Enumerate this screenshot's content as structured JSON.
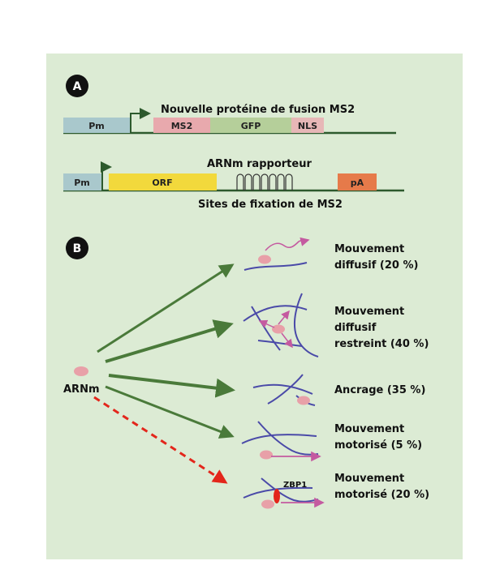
{
  "panel_a": {
    "badge": "A",
    "construct1": {
      "pm": "Pm",
      "ms2": "MS2",
      "gfp": "GFP",
      "nls": "NLS",
      "title": "Nouvelle protéine de fusion MS2"
    },
    "construct2": {
      "pm": "Pm",
      "orf": "ORF",
      "pa": "pA",
      "title": "ARNm rapporteur",
      "subtitle": "Sites de fixation de MS2"
    }
  },
  "panel_b": {
    "badge": "B",
    "source": "ARNm",
    "outcomes": [
      {
        "lines": [
          "Mouvement",
          "diffusif (20 %)"
        ]
      },
      {
        "lines": [
          "Mouvement",
          "diffusif",
          "restreint (40 %)"
        ]
      },
      {
        "lines": [
          "Ancrage (35 %)"
        ]
      },
      {
        "lines": [
          "Mouvement",
          "motorisé (5 %)"
        ]
      },
      {
        "lines": [
          "Mouvement",
          "motorisé (20 %)"
        ]
      }
    ],
    "zbp1": "ZBP1"
  },
  "colors": {
    "panel_bg": "#dcebd4",
    "pm": "#a9c8cc",
    "ms2": "#e8a9ad",
    "gfp": "#b5cf9a",
    "nls": "#e7b7b7",
    "orf": "#f2d93c",
    "pa": "#e67a4a",
    "arrow_green": "#4a7a3a",
    "arrow_red": "#e3261b",
    "filament": "#4a4aa8",
    "motion": "#c45aa0",
    "mrna": "#e8a0a8"
  }
}
